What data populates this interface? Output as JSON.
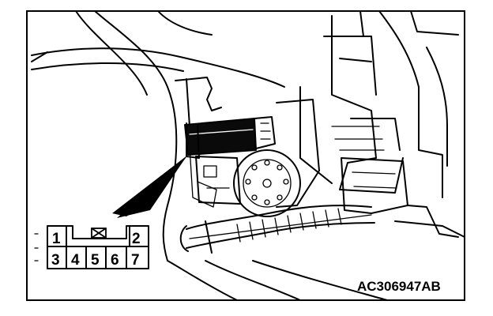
{
  "figure_code": "AC306947AB",
  "connector": {
    "row_top": [
      {
        "pin": "1"
      },
      {
        "pin": ""
      },
      {
        "pin": "",
        "blocked": true
      },
      {
        "pin": ""
      },
      {
        "pin": "2"
      }
    ],
    "row_bottom": [
      "3",
      "4",
      "5",
      "6",
      "7"
    ]
  }
}
